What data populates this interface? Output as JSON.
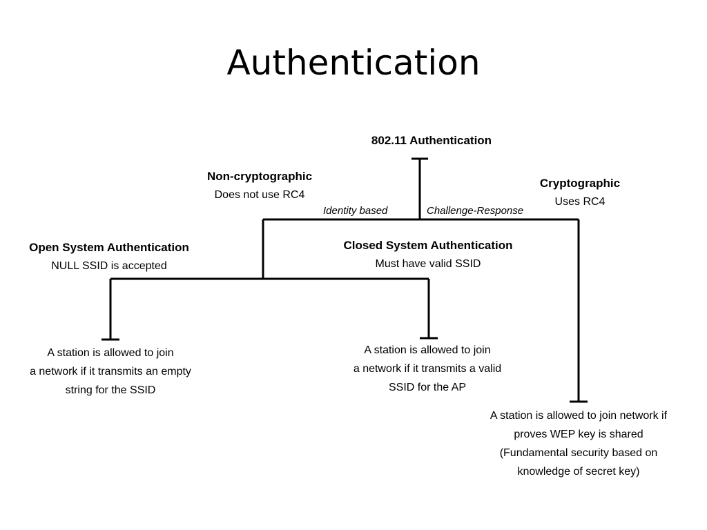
{
  "title": "Authentication",
  "diagram": {
    "root": "802.11 Authentication",
    "non_crypto": {
      "heading": "Non-cryptographic",
      "subtitle": "Does not use RC4",
      "branch": "Identity based"
    },
    "crypto": {
      "heading": "Cryptographic",
      "subtitle": "Uses RC4",
      "branch": "Challenge-Response"
    },
    "open_system": {
      "heading": "Open System Authentication",
      "subtitle": "NULL SSID is accepted",
      "description": [
        "A station is allowed to join",
        "a network if it transmits an empty",
        "string for the SSID"
      ]
    },
    "closed_system": {
      "heading": "Closed System Authentication",
      "subtitle": "Must have valid SSID",
      "description": [
        "A station is allowed to join",
        "a network if it transmits a valid",
        "SSID for the AP"
      ]
    },
    "crypto_desc": [
      "A station is allowed to join network if",
      "proves WEP key is shared",
      "(Fundamental security based on",
      "knowledge of secret key)"
    ]
  }
}
